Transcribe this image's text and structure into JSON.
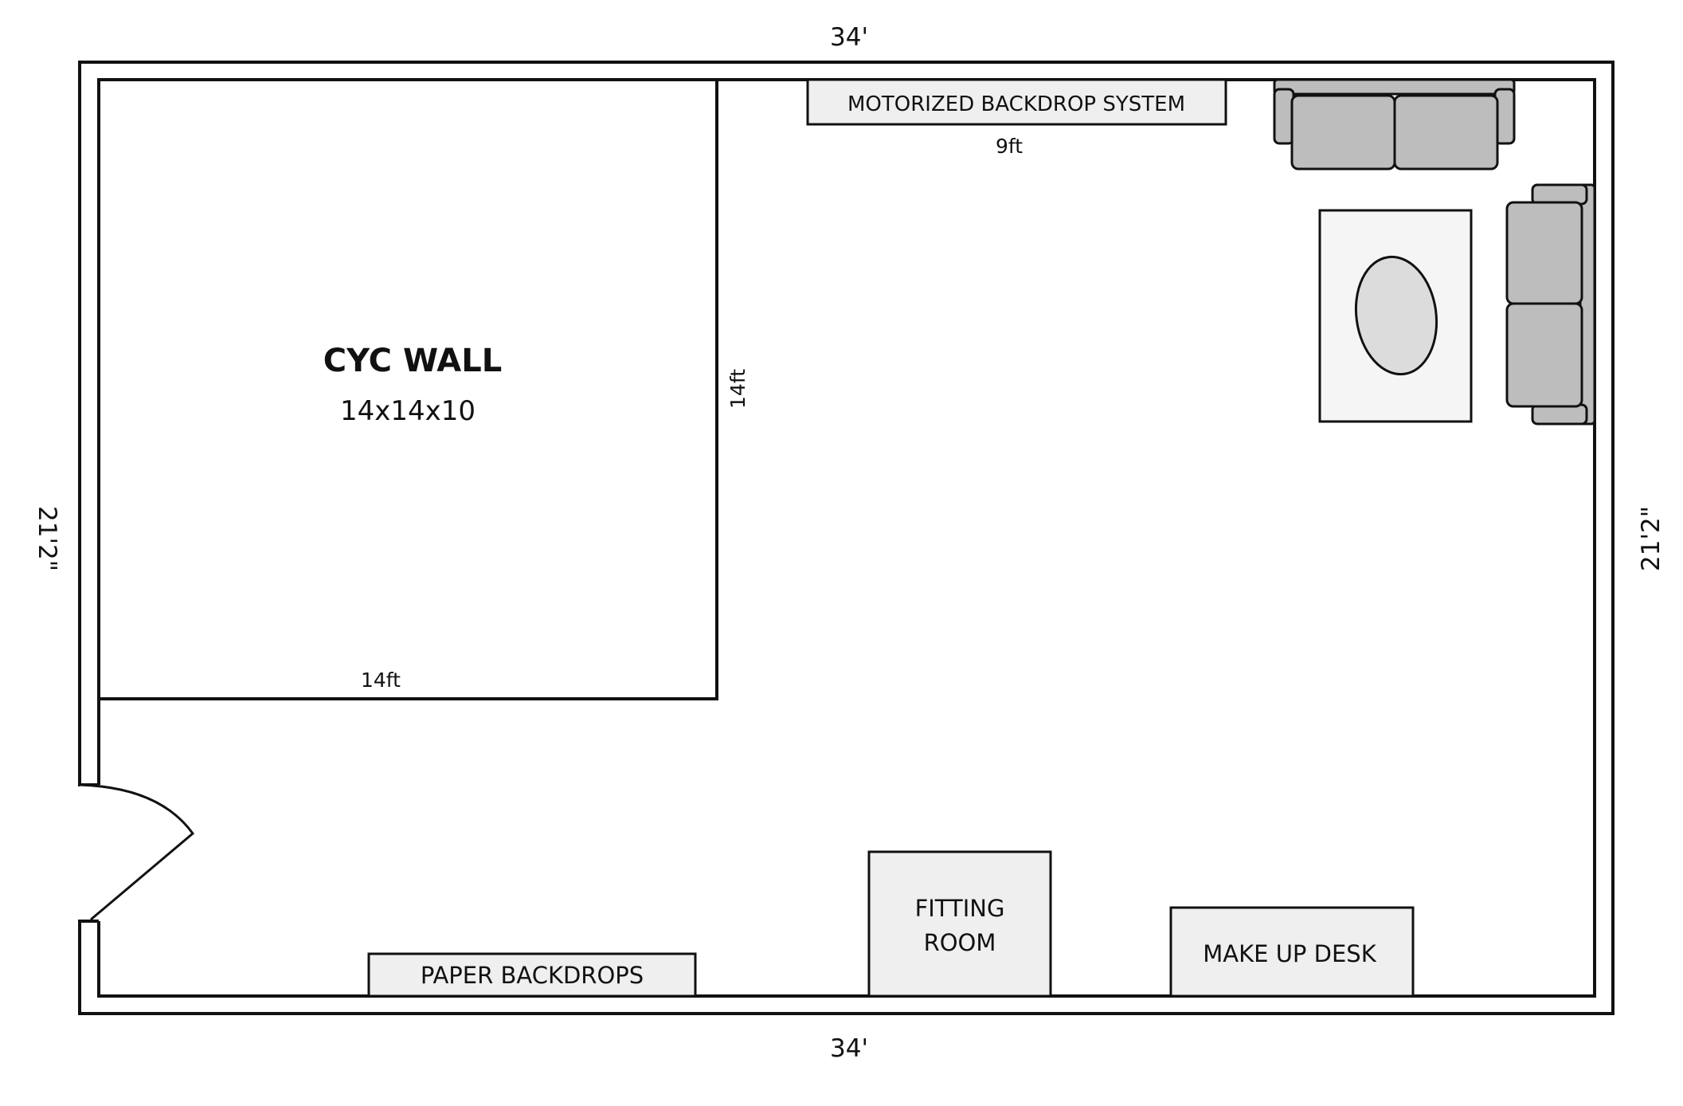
{
  "dimensions": {
    "top": "34'",
    "bottom": "34'",
    "left": "21'2\"",
    "right": "21'2\""
  },
  "cyc_wall": {
    "title": "CYC WALL",
    "size": "14x14x10",
    "width_label": "14ft",
    "depth_label": "14ft"
  },
  "backdrop_system": {
    "label": "MOTORIZED BACKDROP SYSTEM",
    "width_label": "9ft"
  },
  "paper_backdrops": {
    "label": "PAPER BACKDROPS"
  },
  "fitting_room": {
    "line1": "FITTING",
    "line2": "ROOM"
  },
  "makeup_desk": {
    "label": "MAKE UP DESK"
  },
  "colors": {
    "wall_stroke": "#111111",
    "furniture_fill": "#bdbdbd",
    "box_fill": "#efefef",
    "rug_fill": "#f5f5f5",
    "table_fill": "#dcdcdc"
  }
}
